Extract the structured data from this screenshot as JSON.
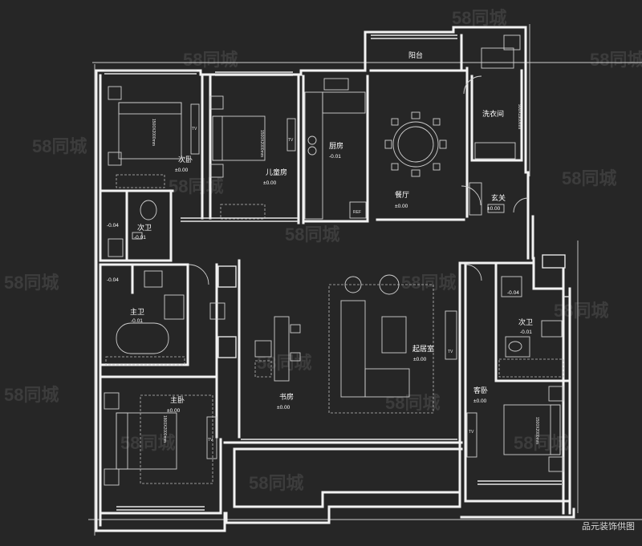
{
  "rooms": {
    "balcony": "阳台",
    "laundry": "洗衣间",
    "kitchen": "厨房",
    "kitchen_level": "-0.01",
    "dining": "餐厅",
    "dining_level": "±0.00",
    "entrance": "玄关",
    "entrance_level": "±0.00",
    "bedroom2": "次卧",
    "bedroom2_level": "±0.00",
    "kids": "儿童房",
    "kids_level": "±0.00",
    "bath2": "次卫",
    "bath2_level": "-0.01",
    "bath2_shower": "-0.04",
    "master_bath": "主卫",
    "master_bath_level": "-0.01",
    "master_bath_shower": "-0.04",
    "master": "主卧",
    "master_level": "±0.00",
    "study": "书房",
    "study_level": "±0.00",
    "living": "起居室",
    "living_level": "±0.00",
    "bath3": "次卫",
    "bath3_level": "-0.01",
    "bath3_shower": "-0.04",
    "guest": "客卧",
    "guest_level": "±0.00"
  },
  "labels": {
    "tv": "TV",
    "ref": "REF",
    "bed_1500": "1500X2000mm",
    "bed_1800": "1800X2000mm",
    "laundry_size": "900X1900mm"
  },
  "watermark": "58同城",
  "credit": "品元装饰供图"
}
